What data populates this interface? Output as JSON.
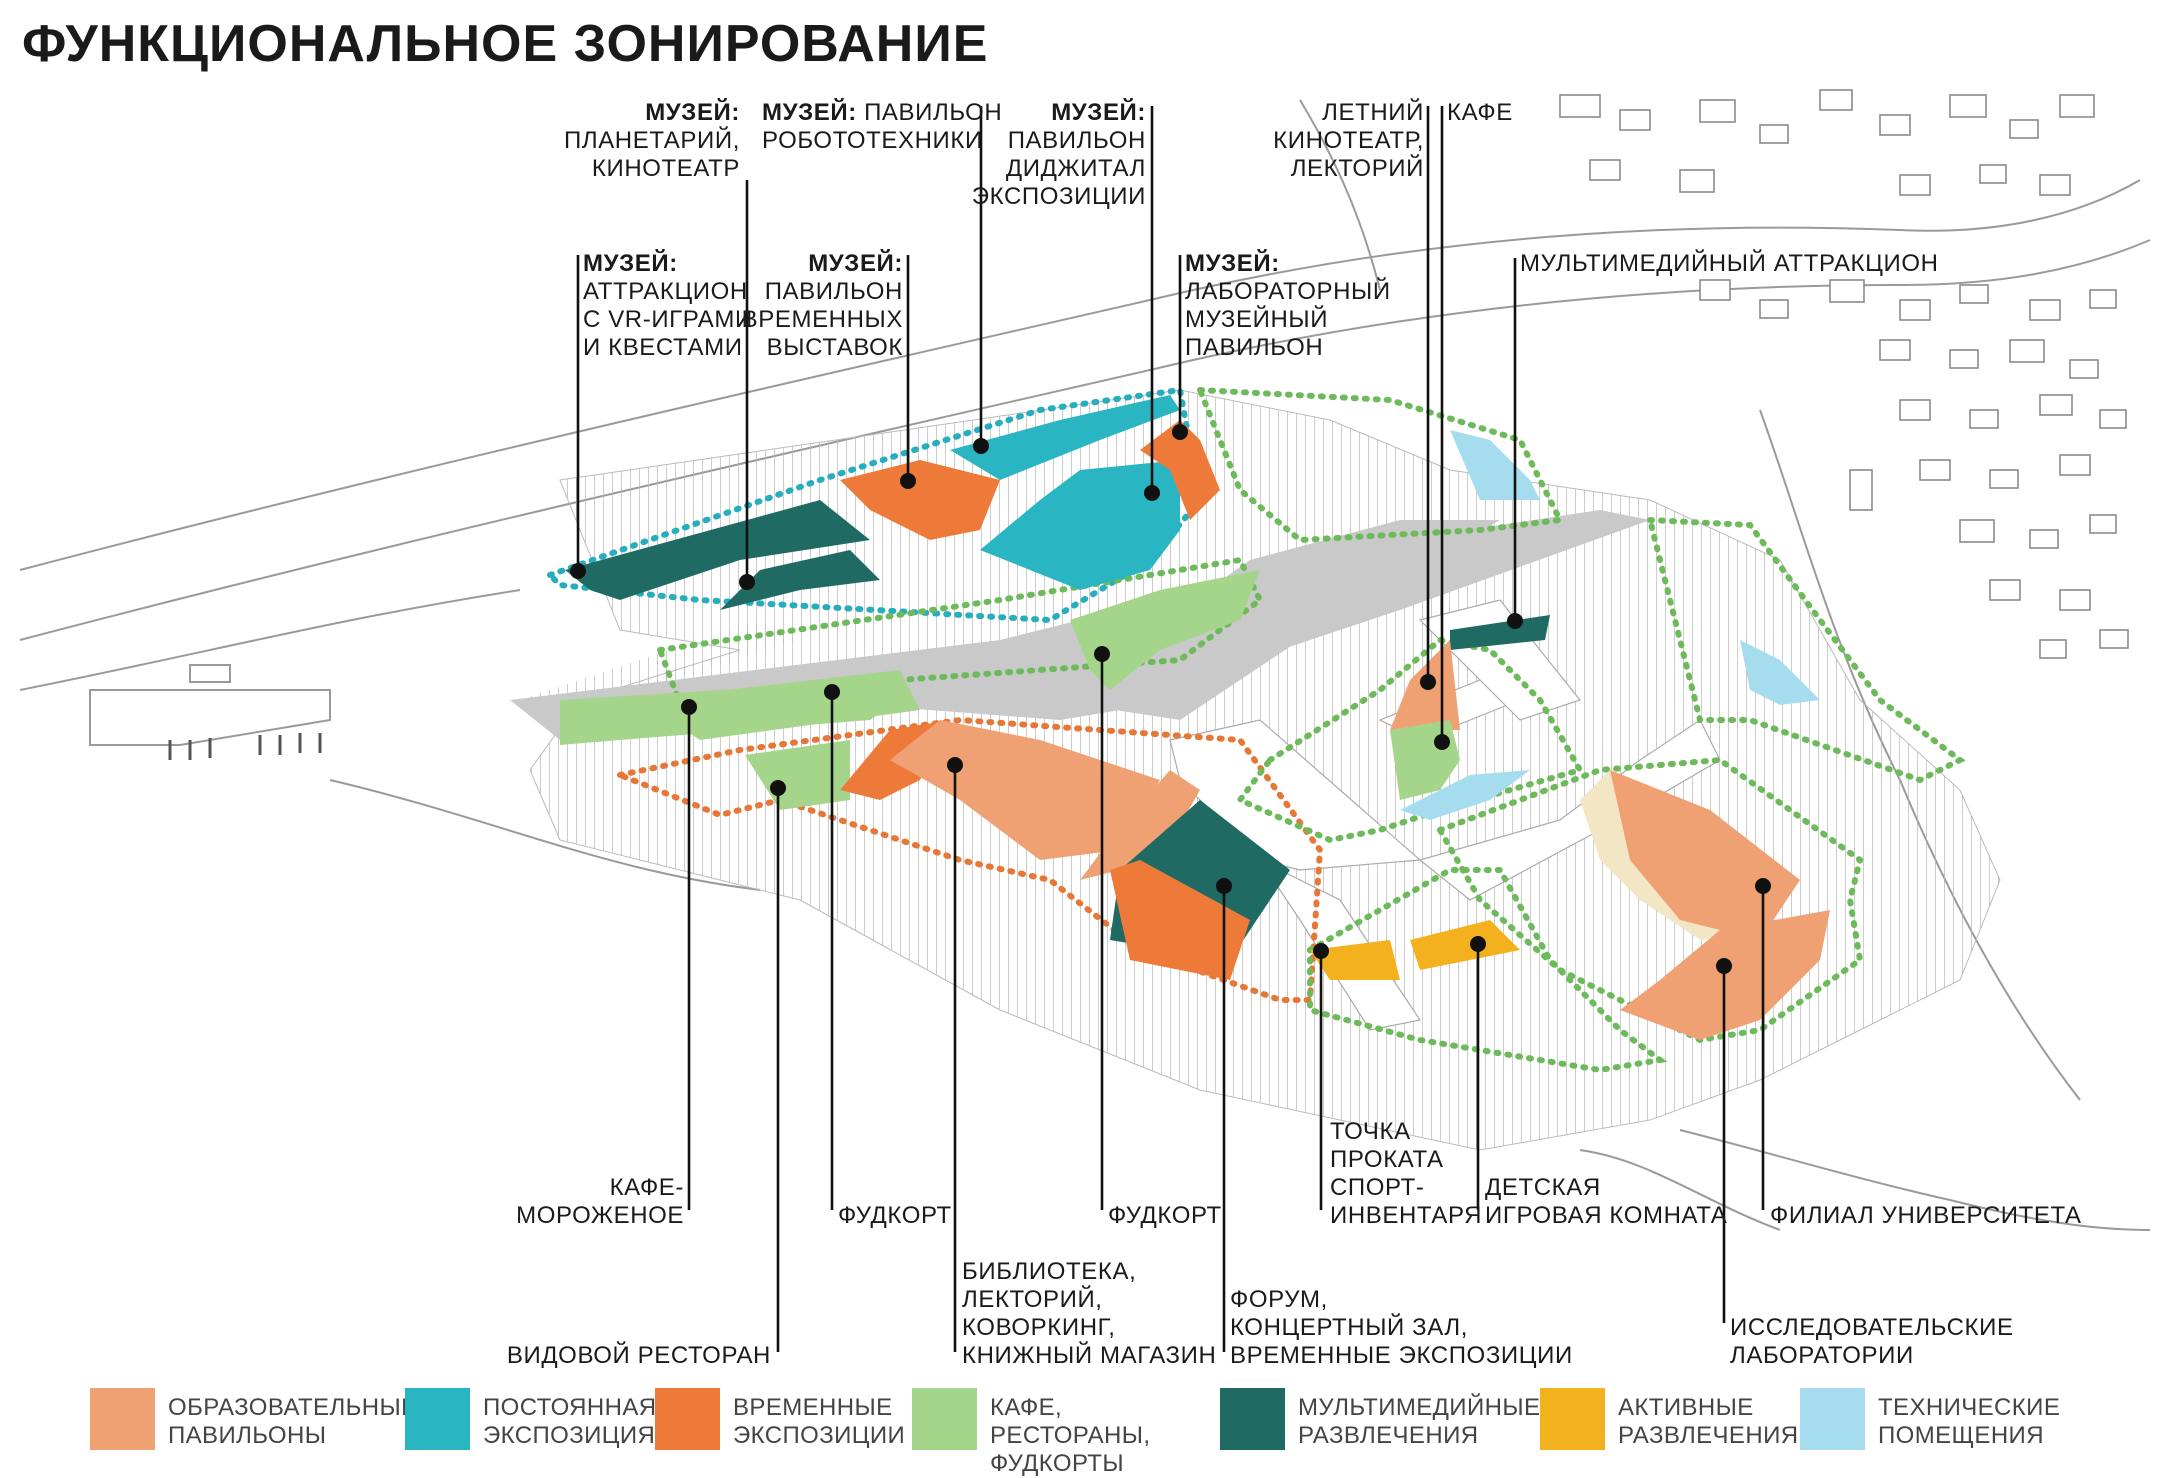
{
  "title": "ФУНКЦИОНАЛЬНОЕ ЗОНИРОВАНИЕ",
  "colors": {
    "education": "#F0A173",
    "permanent": "#2AB5C2",
    "temporary": "#EE7A3A",
    "cafe": "#A4D58A",
    "multimedia": "#1F6B64",
    "active": "#F3B11E",
    "technical": "#A6DDEE"
  },
  "labels": {
    "museum_planetarium": {
      "l1": "МУЗЕЙ:",
      "l2": "ПЛАНЕТАРИЙ,",
      "l3": "КИНОТЕАТР"
    },
    "museum_robotics": {
      "l1a": "МУЗЕЙ:",
      "l1b": " ПАВИЛЬОН",
      "l2": "РОБОТОТЕХНИКИ"
    },
    "museum_digital": {
      "l1": "МУЗЕЙ:",
      "l2": "ПАВИЛЬОН",
      "l3": "ДИДЖИТАЛ",
      "l4": "ЭКСПОЗИЦИИ"
    },
    "summer_cinema": {
      "l1": "ЛЕТНИЙ",
      "l2": "КИНОТЕАТР,",
      "l3": "ЛЕКТОРИЙ"
    },
    "cafe_top": "КАФЕ",
    "museum_vr": {
      "l1": "МУЗЕЙ:",
      "l2": "АТТРАКЦИОН",
      "l3": "С VR-ИГРАМИ",
      "l4": "И КВЕСТАМИ"
    },
    "museum_temp": {
      "l1": "МУЗЕЙ:",
      "l2": "ПАВИЛЬОН",
      "l3": "ВРЕМЕННЫХ",
      "l4": "ВЫСТАВОК"
    },
    "museum_lab": {
      "l1": "МУЗЕЙ:",
      "l2": "ЛАБОРАТОРНЫЙ",
      "l3": "МУЗЕЙНЫЙ",
      "l4": "ПАВИЛЬОН"
    },
    "multimedia_attraction": "МУЛЬТИМЕДИЙНЫЙ АТТРАКЦИОН",
    "cafe_icecream": {
      "l1": "КАФЕ-",
      "l2": "МОРОЖЕНОЕ"
    },
    "foodcourt_1": "ФУДКОРТ",
    "foodcourt_2": "ФУДКОРТ",
    "rental": {
      "l1": "ТОЧКА",
      "l2": "ПРОКАТА",
      "l3": "СПОРТ-",
      "l4": "ИНВЕНТАРЯ"
    },
    "kids_room": {
      "l1": "ДЕТСКАЯ",
      "l2": "ИГРОВАЯ КОМНАТА"
    },
    "university": "ФИЛИАЛ УНИВЕРСИТЕТА",
    "library": {
      "l1": "БИБЛИОТЕКА,",
      "l2": "ЛЕКТОРИЙ,",
      "l3": "КОВОРКИНГ,",
      "l4": "КНИЖНЫЙ МАГАЗИН"
    },
    "forum": {
      "l1": "ФОРУМ,",
      "l2": "КОНЦЕРТНЫЙ ЗАЛ,",
      "l3": "ВРЕМЕННЫЕ ЭКСПОЗИЦИИ"
    },
    "view_restaurant": "ВИДОВОЙ РЕСТОРАН",
    "research_labs": {
      "l1": "ИССЛЕДОВАТЕЛЬСКИЕ",
      "l2": "ЛАБОРАТОРИИ"
    }
  },
  "legend": [
    {
      "l1": "ОБРАЗОВАТЕЛЬНЫЕ",
      "l2": "ПАВИЛЬОНЫ",
      "color": "#F0A173"
    },
    {
      "l1": "ПОСТОЯННАЯ",
      "l2": "ЭКСПОЗИЦИЯ",
      "color": "#2AB5C2"
    },
    {
      "l1": "ВРЕМЕННЫЕ",
      "l2": "ЭКСПОЗИЦИИ",
      "color": "#EE7A3A"
    },
    {
      "l1": "КАФЕ, РЕСТОРАНЫ,",
      "l2": "ФУДКОРТЫ",
      "color": "#A4D58A"
    },
    {
      "l1": "МУЛЬТИМЕДИЙНЫЕ",
      "l2": "РАЗВЛЕЧЕНИЯ",
      "color": "#1F6B64"
    },
    {
      "l1": "АКТИВНЫЕ",
      "l2": "РАЗВЛЕЧЕНИЯ",
      "color": "#F3B11E"
    },
    {
      "l1": "ТЕХНИЧЕСКИЕ",
      "l2": "ПОМЕЩЕНИЯ",
      "color": "#A6DDEE"
    }
  ]
}
